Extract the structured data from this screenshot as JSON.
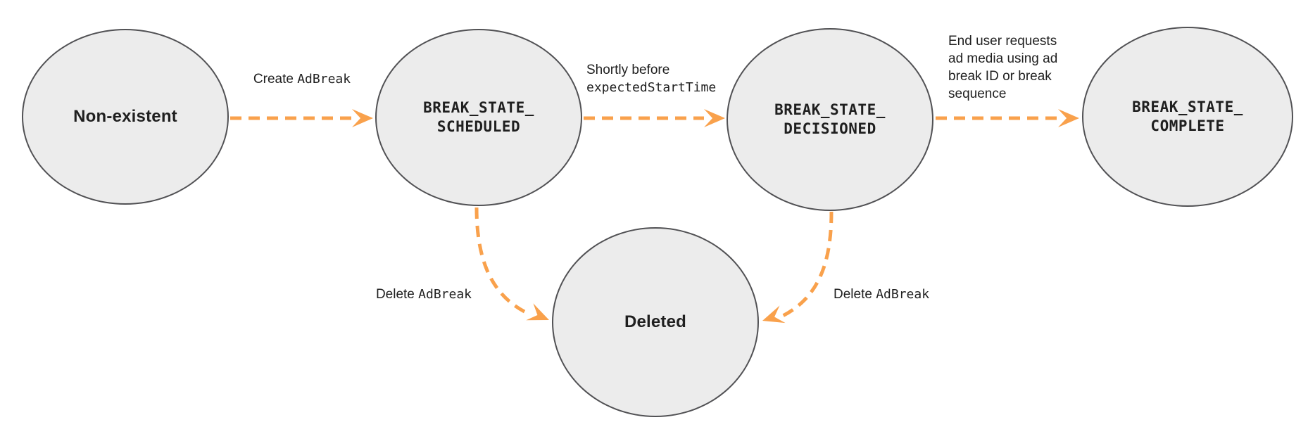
{
  "colors": {
    "arrow": "#F9A14C",
    "node_fill": "#ECECEC",
    "node_border": "#515154",
    "text": "#1F1F1F"
  },
  "nodes": {
    "non_existent": {
      "label": "Non-existent"
    },
    "scheduled": {
      "line1": "BREAK_STATE_",
      "line2": "SCHEDULED"
    },
    "decisioned": {
      "line1": "BREAK_STATE_",
      "line2": "DECISIONED"
    },
    "complete": {
      "line1": "BREAK_STATE_",
      "line2": "COMPLETE"
    },
    "deleted": {
      "label": "Deleted"
    }
  },
  "transitions": {
    "create": {
      "sans": "Create ",
      "mono": "AdBreak"
    },
    "decision": {
      "sans": "Shortly before",
      "mono": "expectedStartTime"
    },
    "complete": {
      "lines": [
        "End user requests",
        "ad media using ad",
        "break ID or break",
        "sequence"
      ]
    },
    "delete_from_scheduled": {
      "sans": "Delete ",
      "mono": "AdBreak"
    },
    "delete_from_decisioned": {
      "sans": "Delete ",
      "mono": "AdBreak"
    }
  }
}
